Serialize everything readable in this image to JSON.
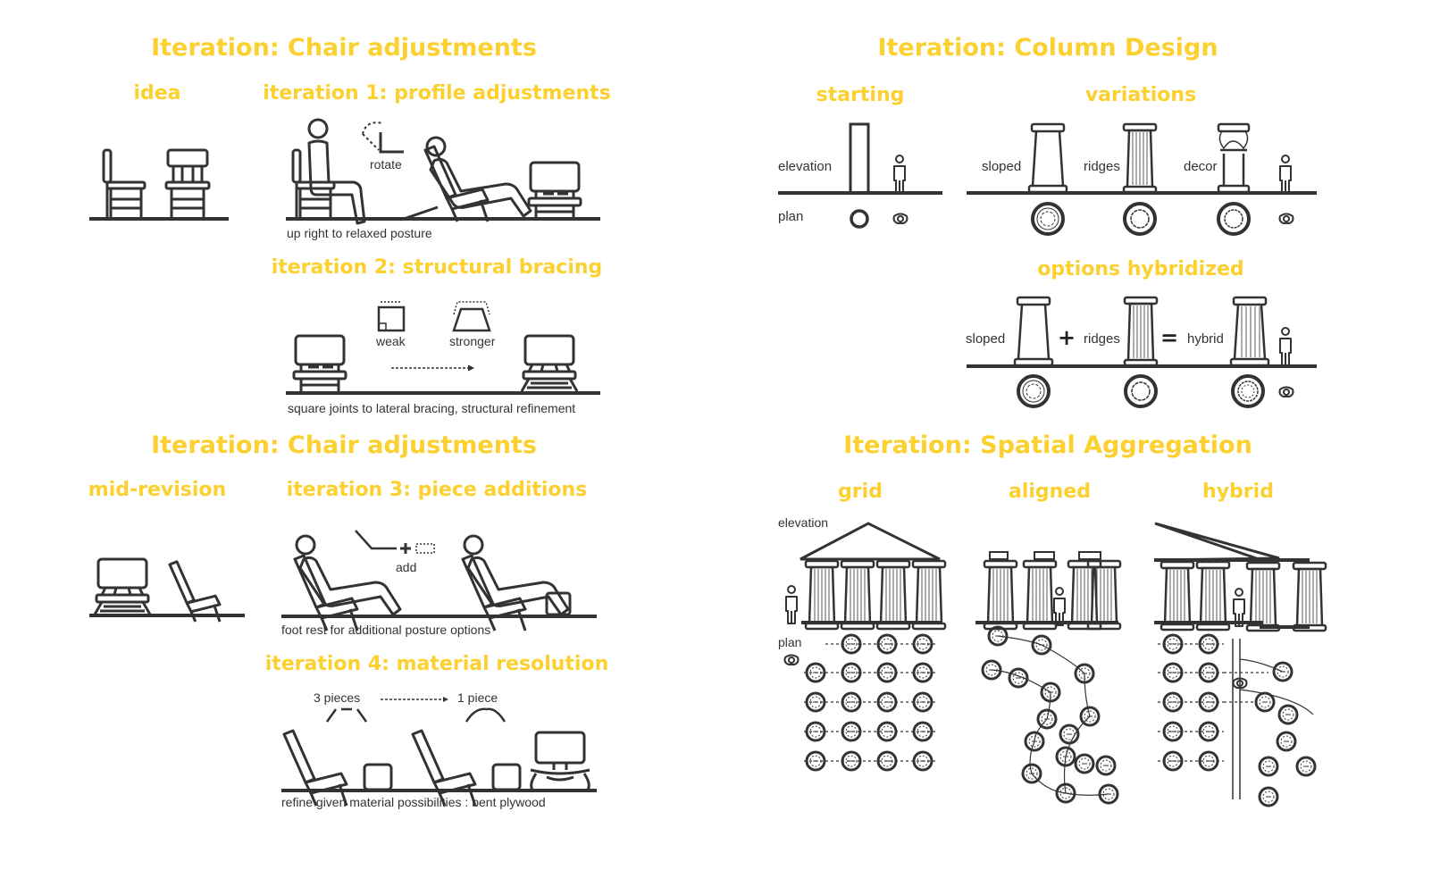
{
  "panels": {
    "chair_top": {
      "title": "Iteration: Chair adjustments",
      "idea_label": "idea",
      "it1_label": "iteration 1: profile adjustments",
      "it1_rotate": "rotate",
      "it1_caption": "up right to relaxed posture",
      "it2_label": "iteration 2: structural bracing",
      "it2_weak": "weak",
      "it2_stronger": "stronger",
      "it2_caption": "square joints to lateral bracing, structural refinement"
    },
    "chair_bottom": {
      "title": "Iteration: Chair adjustments",
      "mid_label": "mid-revision",
      "it3_label": "iteration 3: piece additions",
      "it3_add": "add",
      "it3_caption": "foot rest for additional posture options",
      "it4_label": "iteration 4: material resolution",
      "it4_three": "3 pieces",
      "it4_one": "1 piece",
      "it4_caption": "refine given material possibilities : bent plywood"
    },
    "column": {
      "title": "Iteration: Column Design",
      "starting_label": "starting",
      "variations_label": "variations",
      "elevation": "elevation",
      "plan": "plan",
      "sloped": "sloped",
      "ridges": "ridges",
      "decor": "decor",
      "hybrid_title": "options hybridized",
      "h_sloped": "sloped",
      "h_plus": "+",
      "h_ridges": "ridges",
      "h_equals": "=",
      "h_hybrid": "hybrid"
    },
    "spatial": {
      "title": "Iteration: Spatial Aggregation",
      "grid": "grid",
      "aligned": "aligned",
      "hybrid": "hybrid",
      "elevation": "elevation",
      "plan": "plan"
    }
  },
  "colors": {
    "accent": "#fcd02f",
    "ink": "#333333"
  }
}
